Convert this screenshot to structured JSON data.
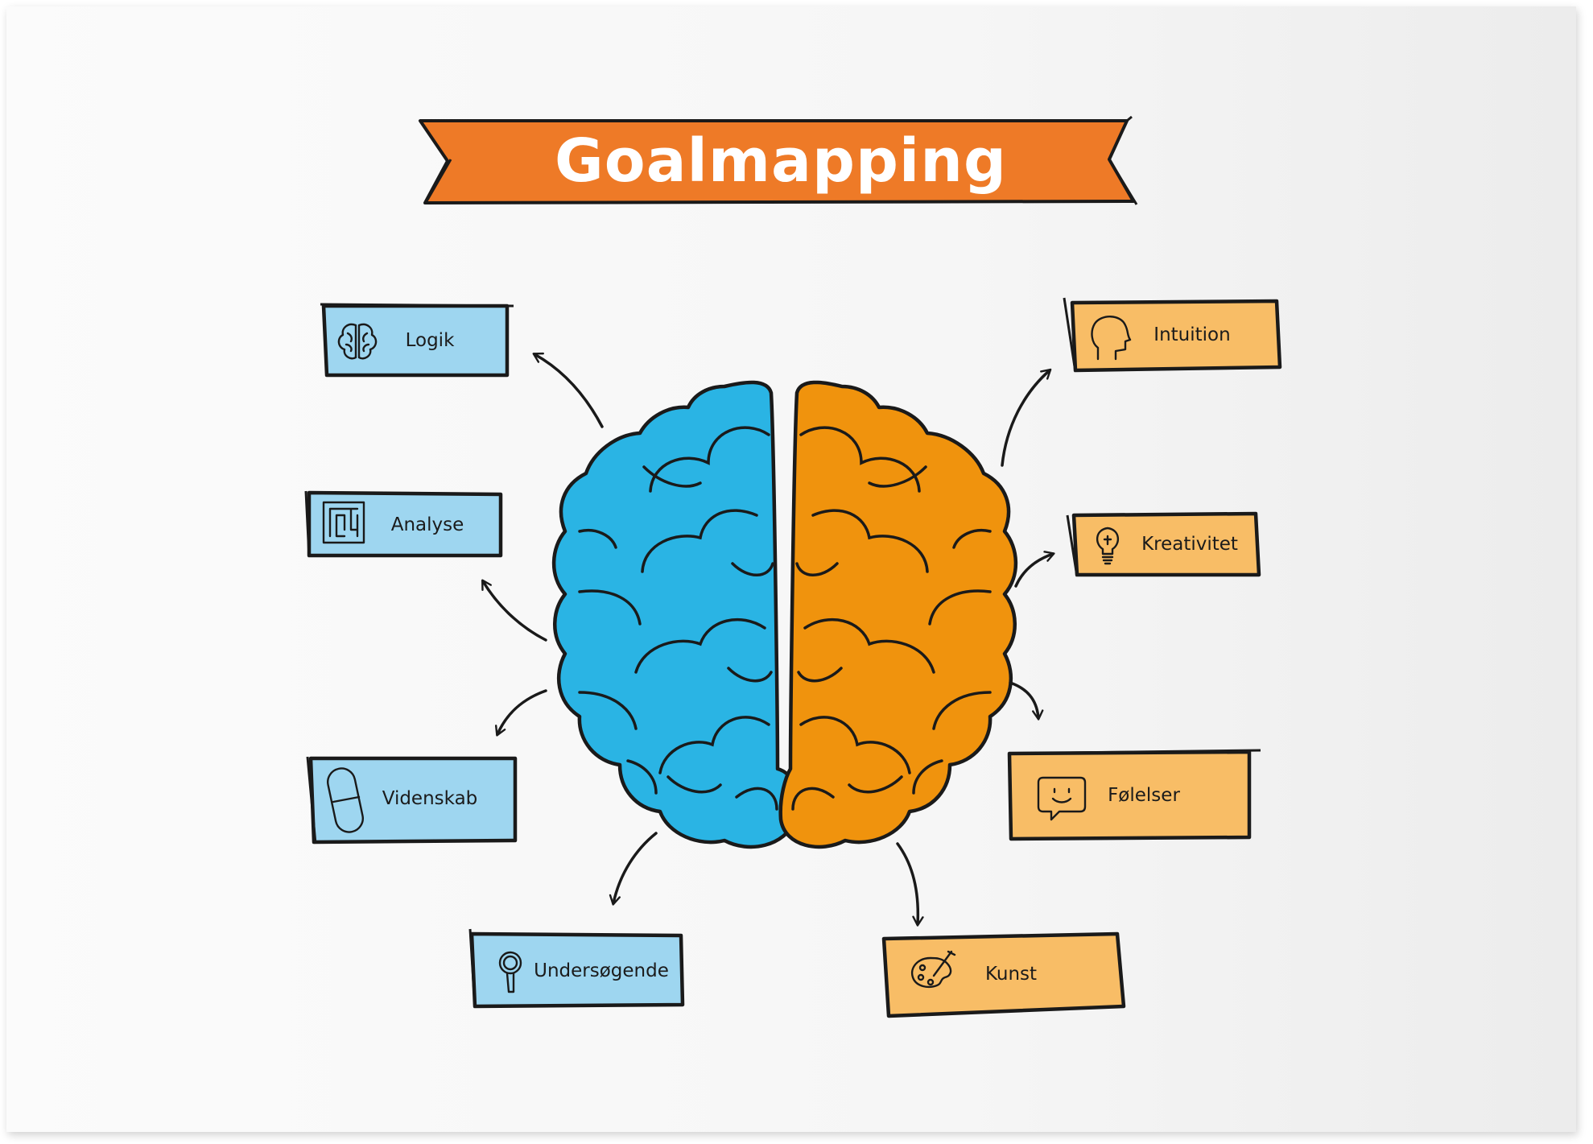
{
  "title": "Goalmapping",
  "colors": {
    "banner": "#ee7a27",
    "left_brain": "#2ab4e4",
    "right_brain": "#f0930d",
    "left_box": "#9ed6f0",
    "right_box": "#f8bd66",
    "outline": "#1a1a1a"
  },
  "left_side": [
    {
      "label": "Logik",
      "icon": "brain-icon"
    },
    {
      "label": "Analyse",
      "icon": "maze-icon"
    },
    {
      "label": "Videnskab",
      "icon": "capsule-icon"
    },
    {
      "label": "Undersøgende",
      "icon": "magnifier-icon"
    }
  ],
  "right_side": [
    {
      "label": "Intuition",
      "icon": "head-icon"
    },
    {
      "label": "Kreativitet",
      "icon": "lightbulb-icon"
    },
    {
      "label": "Følelser",
      "icon": "speech-smile-icon"
    },
    {
      "label": "Kunst",
      "icon": "palette-icon"
    }
  ]
}
